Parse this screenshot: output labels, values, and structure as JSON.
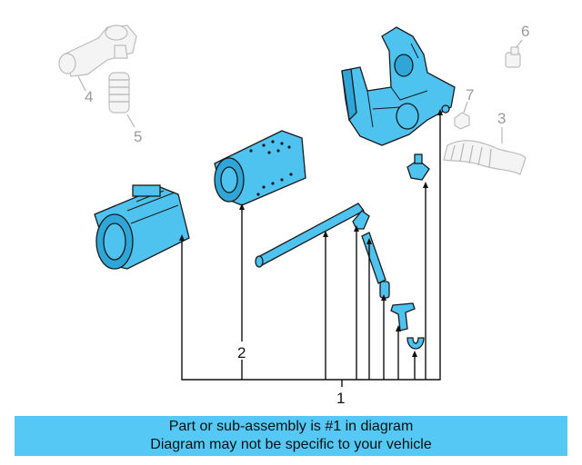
{
  "callouts": {
    "c1": "1",
    "c2": "2",
    "c3": "3",
    "c4": "4",
    "c5": "5",
    "c6": "6",
    "c7": "7"
  },
  "banner": {
    "line1": "Part or sub-assembly is #1 in diagram",
    "line2": "Diagram may not be specific to your vehicle"
  },
  "colors": {
    "highlight_parts": "#4ec3f0",
    "banner_background": "#55c8f5",
    "context_parts": "#bdbdbd"
  }
}
